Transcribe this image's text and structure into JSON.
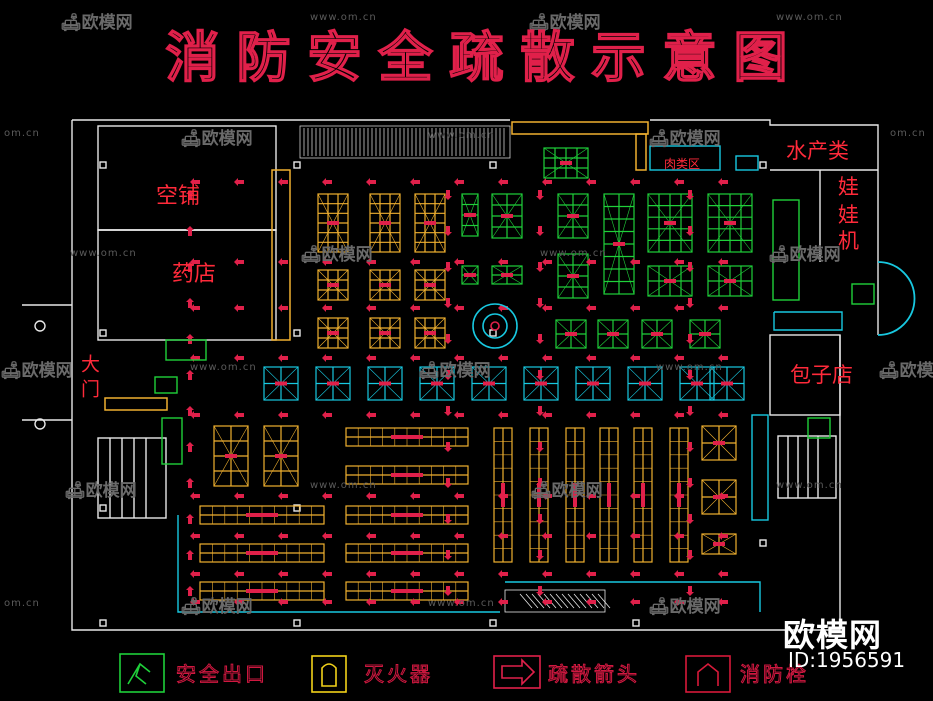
{
  "title": "消防安全疏散示意图",
  "rooms": {
    "vacant_shop": "空铺",
    "pharmacy": "药店",
    "main_door": "大门",
    "aquatic": "水产类",
    "sausage_1": "娃",
    "sausage_2": "娃",
    "sausage_3": "机",
    "bun_shop": "包子店",
    "deli_counter": "肉类区"
  },
  "legend": [
    {
      "label": "安全出口",
      "icon": "exit-sign-icon",
      "color": "#1fd03a"
    },
    {
      "label": "灭火器",
      "icon": "fire-extinguisher-icon",
      "color": "#f2d21a"
    },
    {
      "label": "疏散箭头",
      "icon": "evacuation-arrow-icon",
      "color": "#e0204a"
    },
    {
      "label": "消防栓",
      "icon": "fire-hydrant-icon",
      "color": "#d81a3a"
    }
  ],
  "watermark": {
    "logo": "欧模网",
    "url": "www.om.cn",
    "url_short": "om.cn"
  },
  "brand": {
    "name": "欧模网",
    "id": "ID:1956591"
  },
  "colors": {
    "wall": "#e8e8e8",
    "shelf_orange": "#f0b030",
    "shelf_green": "#1fd03a",
    "shelf_cyan": "#18c8e0",
    "arrow_red": "#e0204a",
    "text_red": "#ff2a3a"
  }
}
